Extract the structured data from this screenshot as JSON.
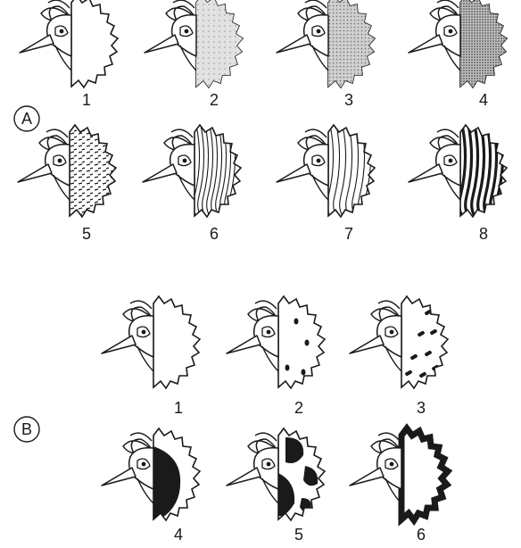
{
  "panels": [
    {
      "letter": "A",
      "items": [
        {
          "label": "1",
          "pattern": "plain"
        },
        {
          "label": "2",
          "pattern": "light-stipple"
        },
        {
          "label": "3",
          "pattern": "medium-stipple"
        },
        {
          "label": "4",
          "pattern": "dense-stipple"
        },
        {
          "label": "5",
          "pattern": "short-dashes"
        },
        {
          "label": "6",
          "pattern": "fine-bars"
        },
        {
          "label": "7",
          "pattern": "open-bars"
        },
        {
          "label": "8",
          "pattern": "heavy-bars"
        }
      ]
    },
    {
      "letter": "B",
      "items": [
        {
          "label": "1",
          "pattern": "plain"
        },
        {
          "label": "2",
          "pattern": "few-spots"
        },
        {
          "label": "3",
          "pattern": "more-spots"
        },
        {
          "label": "4",
          "pattern": "large-inner-patch"
        },
        {
          "label": "5",
          "pattern": "large-blotches"
        },
        {
          "label": "6",
          "pattern": "dark-rim"
        }
      ]
    }
  ],
  "colors": {
    "ink": "#1a1a1a",
    "background": "#ffffff",
    "stipple": "#8a8a8a"
  }
}
